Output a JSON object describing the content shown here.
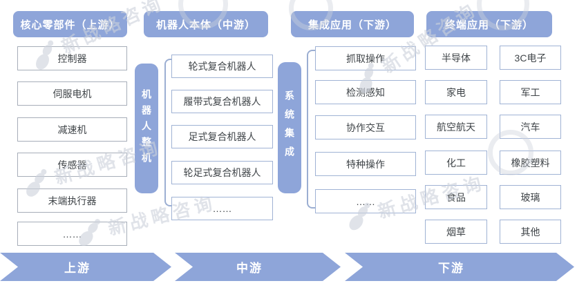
{
  "colors": {
    "accent_blue": "#8EA5D9",
    "box_border_gray": "#A6ADB8",
    "box_border_blue": "#9FB2D4",
    "box_text": "#3F4448",
    "watermark_gray": "#CDD2DC"
  },
  "headers": [
    "核心零部件（上游）",
    "机器人本体（中游）",
    "集成应用（下游）",
    "终端应用（下游）"
  ],
  "upstream": {
    "items": [
      "控制器",
      "伺服电机",
      "减速机",
      "传感器",
      "末端执行器",
      "……"
    ]
  },
  "midstream": {
    "bar_label": "机器人整机",
    "items": [
      "轮式复合机器人",
      "履带式复合机器人",
      "足式复合机器人",
      "轮足式复合机器人",
      "……"
    ]
  },
  "integration": {
    "bar_label": "系统集成",
    "items": [
      "抓取操作",
      "检测感知",
      "协作交互",
      "特种操作",
      "……"
    ]
  },
  "terminal": {
    "left_column": [
      "半导体",
      "家电",
      "航空航天",
      "化工",
      "食品",
      "烟草"
    ],
    "right_column": [
      "3C电子",
      "军工",
      "汽车",
      "橡胶塑料",
      "玻璃",
      "其他"
    ]
  },
  "flow": [
    "上游",
    "中游",
    "下游"
  ],
  "watermark_text": "新战略咨询"
}
